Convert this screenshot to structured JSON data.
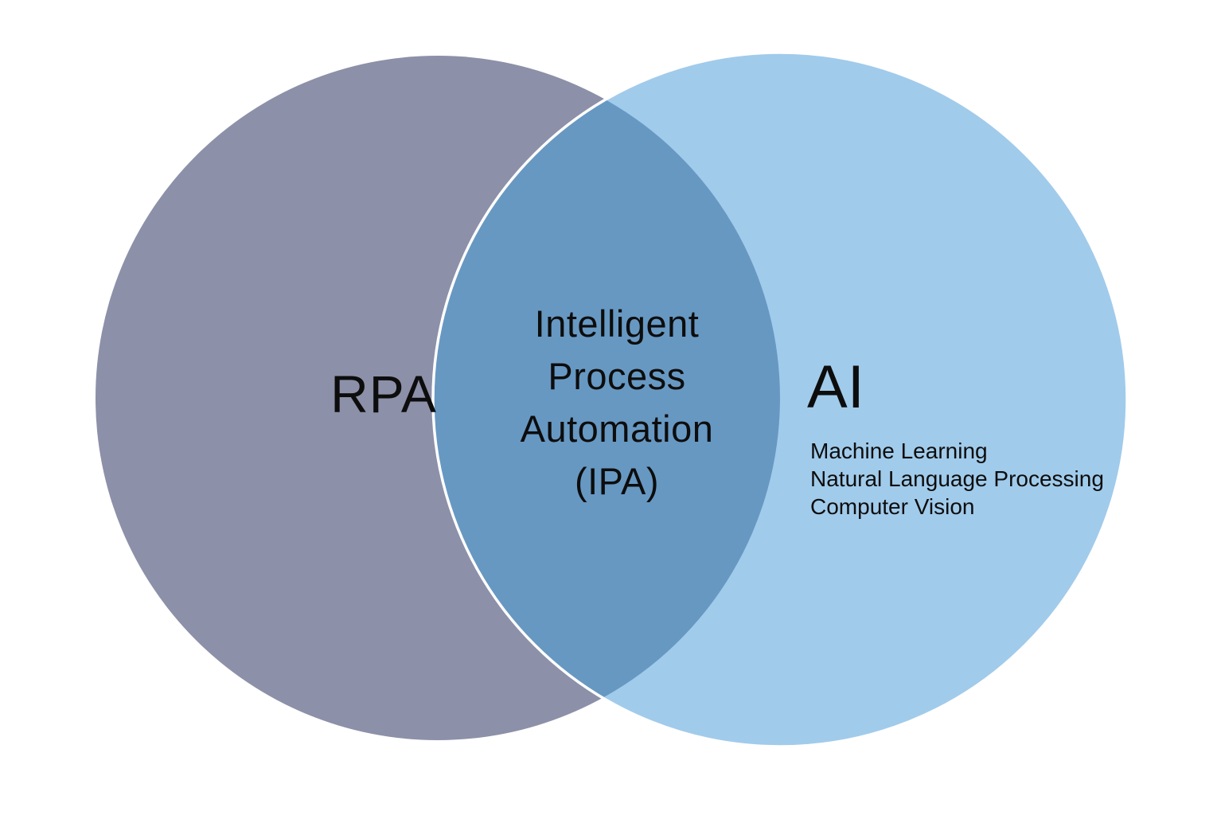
{
  "venn": {
    "background_color": "#FFFFFF",
    "text_color": "#0D0D0D",
    "left_circle": {
      "label": "RPA",
      "color": "#8C90A8"
    },
    "right_circle": {
      "label": "AI",
      "color": "#A1CBEB",
      "outline_color": "#FFFFFF",
      "items": [
        "Machine Learning",
        "Natural Language Processing",
        "Computer Vision"
      ]
    },
    "intersection": {
      "color": "#6798C2",
      "label": "Intelligent Process Automation (IPA)",
      "lines": [
        "Intelligent",
        "Process",
        "Automation",
        "(IPA)"
      ]
    }
  }
}
